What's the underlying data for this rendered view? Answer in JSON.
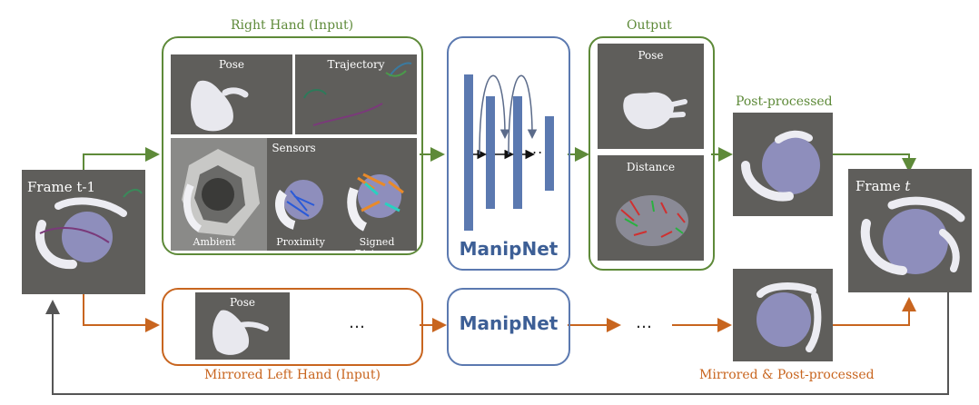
{
  "labels": {
    "right_hand_title": "Right Hand (Input)",
    "output_title": "Output",
    "post_processed_title": "Post-processed",
    "mirrored_left_title": "Mirrored Left Hand (Input)",
    "mirrored_post_title": "Mirrored & Post-processed",
    "pose": "Pose",
    "trajectory": "Trajectory",
    "sensors": "Sensors",
    "ambient": "Ambient",
    "proximity": "Proximity",
    "signed_distance": "Signed Distance",
    "output_pose": "Pose",
    "distance": "Distance",
    "left_pose": "Pose",
    "frame_prev": "Frame t-1",
    "frame_next_prefix": "Frame ",
    "frame_next_var": "t",
    "manipnet_top": "ManipNet",
    "manipnet_bottom": "ManipNet",
    "ellipsis_left": "…",
    "ellipsis_bottom": "…",
    "ellipsis_net": ".."
  },
  "colors": {
    "green": "#5e8a39",
    "orange": "#c8651f",
    "blue": "#5b79b0",
    "blue_text": "#3d5f96",
    "gray": "#555555",
    "panel": "#5f5e5b"
  }
}
